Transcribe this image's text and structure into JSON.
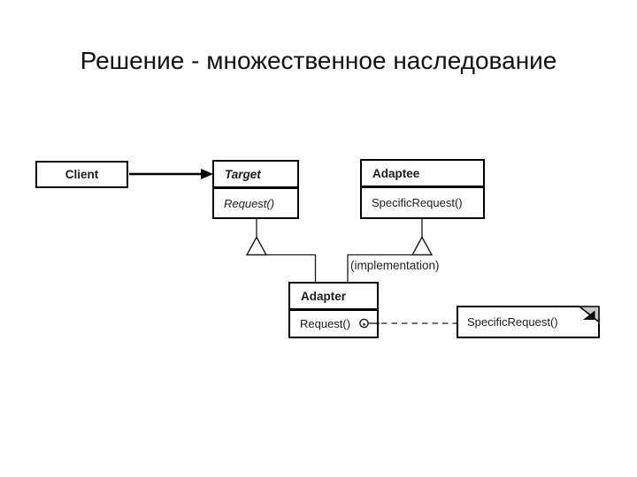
{
  "slide": {
    "title": "Решение - множественное наследование"
  },
  "diagram": {
    "client": {
      "name": "Client"
    },
    "target": {
      "name": "Target",
      "method": "Request()"
    },
    "adaptee": {
      "name": "Adaptee",
      "method": "SpecificRequest()"
    },
    "adapter": {
      "name": "Adapter",
      "method": "Request()"
    },
    "note": {
      "text": "SpecificRequest()"
    },
    "implementation_label": "(implementation)",
    "colors": {
      "line": "#000000",
      "note_fold_fill": "#c8c8c8",
      "background": "#ffffff",
      "text": "#1c1c1c"
    }
  }
}
